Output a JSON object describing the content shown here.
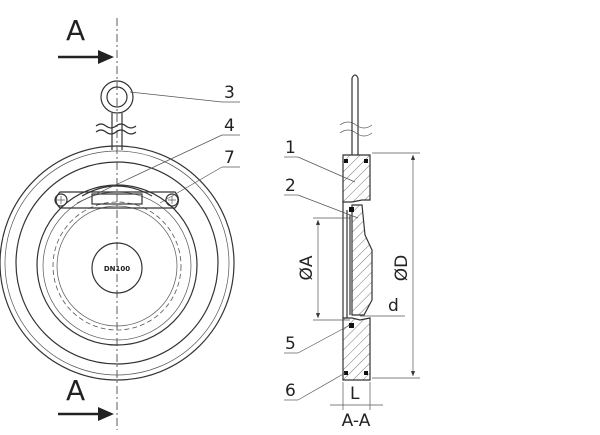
{
  "section_marks": {
    "top": "A",
    "bottom": "A",
    "section_title": "A-A"
  },
  "hub_label": "DN100",
  "part_labels": {
    "p1": "1",
    "p2": "2",
    "p3": "3",
    "p4": "4",
    "p5": "5",
    "p6": "6",
    "p7": "7"
  },
  "dimensions": {
    "bore": "ØA",
    "outer": "ØD",
    "disc": "d",
    "length": "L"
  }
}
